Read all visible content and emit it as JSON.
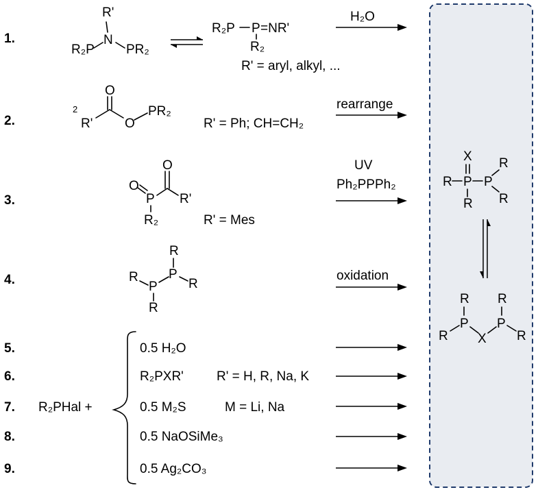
{
  "rows": [
    {
      "number": "1.",
      "note": "R' = aryl, alkyl, ...",
      "reagent": "H₂O"
    },
    {
      "number": "2.",
      "coef": "2",
      "note": "R' = Ph; CH=CH₂",
      "reagent": "rearrange"
    },
    {
      "number": "3.",
      "note": "R' = Mes",
      "reagent_line1": "UV",
      "reagent_line2": "Ph₂PPPh₂"
    },
    {
      "number": "4.",
      "reagent": "oxidation"
    },
    {
      "number": "5.",
      "reagent": "0.5 H₂O"
    },
    {
      "number": "6.",
      "reagent": "R₂PXR'",
      "note": "R' = H, R, Na, K"
    },
    {
      "number": "7.",
      "reagent": "0.5 M₂S",
      "note": "M = Li, Na"
    },
    {
      "number": "8.",
      "reagent": "0.5 NaOSiMe₃"
    },
    {
      "number": "9.",
      "reagent": "0.5 Ag₂CO₃"
    }
  ],
  "shared_reagent": "R₂PHal +",
  "atoms": {
    "R": "R",
    "P": "P",
    "N": "N",
    "O": "O",
    "X": "X",
    "Rp": "R'",
    "R2": "R₂",
    "R2P": "R₂P",
    "PR2": "PR₂",
    "NRp": "=NR'"
  },
  "colors": {
    "box_border": "#1f3a6b",
    "box_fill": "#e9ecf1"
  }
}
